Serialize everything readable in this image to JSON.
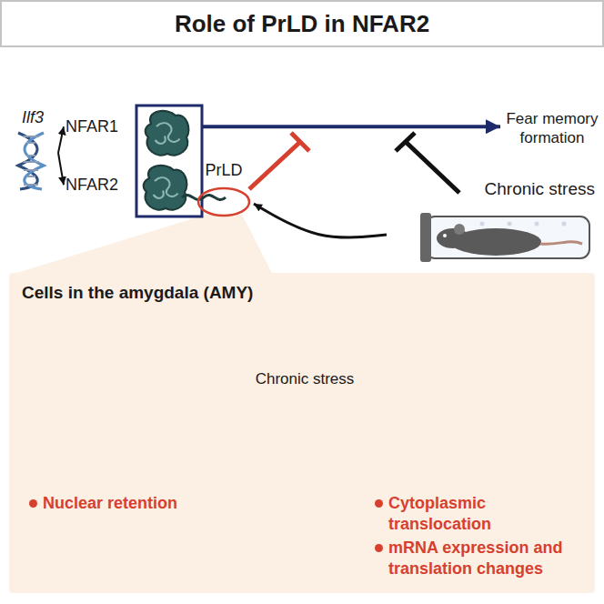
{
  "diagram": {
    "title": "Role of PrLD in NFAR2",
    "nodes": [
      {
        "text": [
          "Ilf3"
        ]
      },
      {
        "text": [
          "NFAR1"
        ]
      },
      {
        "text": [
          "NFAR2"
        ]
      },
      {
        "text": [
          "PrLD"
        ]
      },
      {
        "text": [
          "Fear memory formation"
        ]
      },
      {
        "text": [
          "Chronic stress"
        ]
      },
      {
        "text": [
          "Cells in the amygdala (AMY)"
        ]
      },
      {
        "text": [
          "Nuclear retention"
        ],
        "in": 6
      },
      {
        "text": [
          "Cytoplasmic translocation",
          "mRNA expression and translation changes"
        ],
        "in": 6
      }
    ],
    "edges": [
      {
        "from": 0,
        "to": 1,
        "arrow": "to"
      },
      {
        "from": 0,
        "to": 2,
        "arrow": "to"
      },
      {
        "from": 1,
        "to": 4,
        "arrow": "to"
      },
      {
        "from": 5,
        "to": 3,
        "arrow": "to"
      },
      {
        "from": 7,
        "to": 8,
        "label": "Chronic stress",
        "arrow": "to"
      }
    ]
  }
}
